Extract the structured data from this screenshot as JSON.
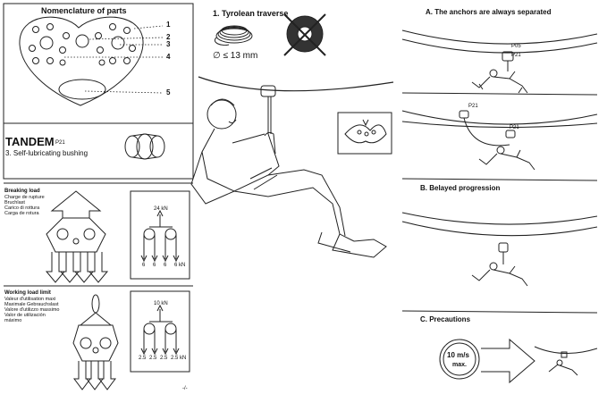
{
  "nomenclature": {
    "title": "Nomenclature of parts",
    "callouts": [
      "1",
      "2",
      "3",
      "4",
      "5"
    ]
  },
  "product": {
    "name": "TANDEM",
    "ref": "P21",
    "part3": "3. Self-lubricating bushing"
  },
  "breaking_load": {
    "labels": [
      "Breaking load",
      "Charge de rupture",
      "Bruchlast",
      "Carico di rottura",
      "Carga de rotura"
    ],
    "top_value": "24 kN",
    "bottom_values": [
      "6",
      "6",
      "6",
      "6 kN"
    ]
  },
  "working_load": {
    "labels": [
      "Working load limit",
      "Valeur d'utilisation maxi",
      "Maximale Gebrauchslast",
      "Valore d'utilizzo massimo",
      "Valor de utilización",
      "máximo"
    ],
    "top_value": "10 kN",
    "bottom_values": [
      "2.5",
      "2.5",
      "2.5",
      "2.5 kN"
    ]
  },
  "tyrolean": {
    "title": "1. Tyrolean traverse",
    "rope_spec": "∅ ≤ 13 mm"
  },
  "section_a": {
    "title": "A. The anchors are always separated",
    "labels": [
      "P05",
      "P21",
      "P21",
      "P21"
    ]
  },
  "section_b": {
    "title": "B. Belayed progression"
  },
  "section_c": {
    "title": "C. Precautions",
    "speed": "10 m/s",
    "speed_note": "max."
  },
  "footer_mark": "-/-"
}
